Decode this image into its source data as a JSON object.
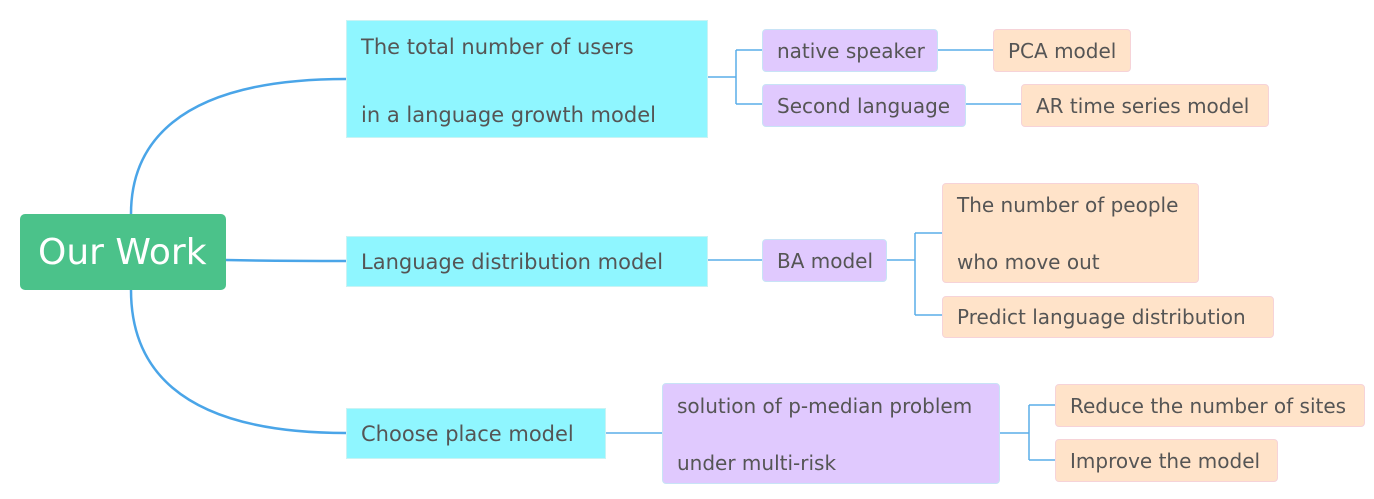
{
  "root": {
    "label": "Our Work"
  },
  "branches": [
    {
      "lines": [
        "The total number of users",
        "in a language growth model"
      ],
      "children": [
        {
          "label": "native speaker",
          "children": [
            {
              "label": "PCA model"
            }
          ]
        },
        {
          "label": "Second language",
          "children": [
            {
              "label": "AR time series model"
            }
          ]
        }
      ]
    },
    {
      "label": "Language distribution model",
      "children": [
        {
          "label": "BA model",
          "children": [
            {
              "lines": [
                "The number of people",
                "who move out"
              ]
            },
            {
              "label": "Predict language distribution"
            }
          ]
        }
      ]
    },
    {
      "label": "Choose place model",
      "children": [
        {
          "lines": [
            "solution of p-median problem",
            "under multi-risk"
          ],
          "children": [
            {
              "label": "Reduce the number of sites"
            },
            {
              "label": "Improve the model"
            }
          ]
        }
      ]
    }
  ],
  "colors": {
    "root_fill": "#4bc28a",
    "level1_fill": "#8ff6ff",
    "level2_fill": "#e0c9fe",
    "level3_fill": "#ffe3c9",
    "main_connector": "#4aa5e8",
    "sub_connector": "#5aade8"
  }
}
